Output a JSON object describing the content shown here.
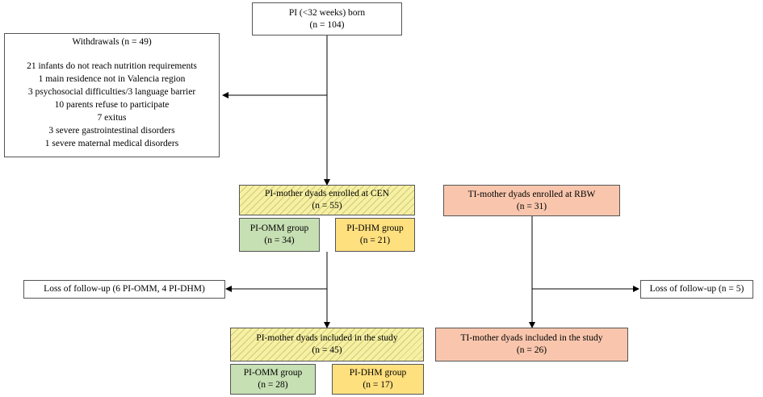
{
  "born": {
    "title": "PI (<32 weeks) born",
    "n": "(n = 104)"
  },
  "withdrawals": {
    "title": "Withdrawals (n = 49)",
    "lines": [
      "21 infants do not reach nutrition requirements",
      "1 main residence not in Valencia region",
      "3 psychosocial difficulties/3 language barrier",
      "10 parents refuse to participate",
      "7 exitus",
      "3 severe gastrointestinal disorders",
      "1 severe maternal medical disorders"
    ]
  },
  "pi_enrolled": {
    "title": "PI-mother dyads enrolled at CEN",
    "n": "(n = 55)"
  },
  "pi_omm_enrolled": {
    "title": "PI-OMM group",
    "n": "(n = 34)"
  },
  "pi_dhm_enrolled": {
    "title": "PI-DHM group",
    "n": "(n = 21)"
  },
  "ti_enrolled": {
    "title": "TI-mother dyads enrolled at RBW",
    "n": "(n = 31)"
  },
  "pi_loss": {
    "text": "Loss of follow-up (6 PI-OMM, 4 PI-DHM)"
  },
  "ti_loss": {
    "text": "Loss of follow-up (n = 5)"
  },
  "pi_included": {
    "title": "PI-mother dyads included in the study",
    "n": "(n = 45)"
  },
  "pi_omm_included": {
    "title": "PI-OMM group",
    "n": "(n = 28)"
  },
  "pi_dhm_included": {
    "title": "PI-DHM group",
    "n": "(n = 17)"
  },
  "ti_included": {
    "title": "TI-mother dyads included in the study",
    "n": "(n = 26)"
  },
  "colors": {
    "hatch_fill": "#f6f0a4",
    "green": "#c6dfb3",
    "yellow": "#ffe07f",
    "salmon": "#f9c6ad",
    "line": "#000000"
  }
}
